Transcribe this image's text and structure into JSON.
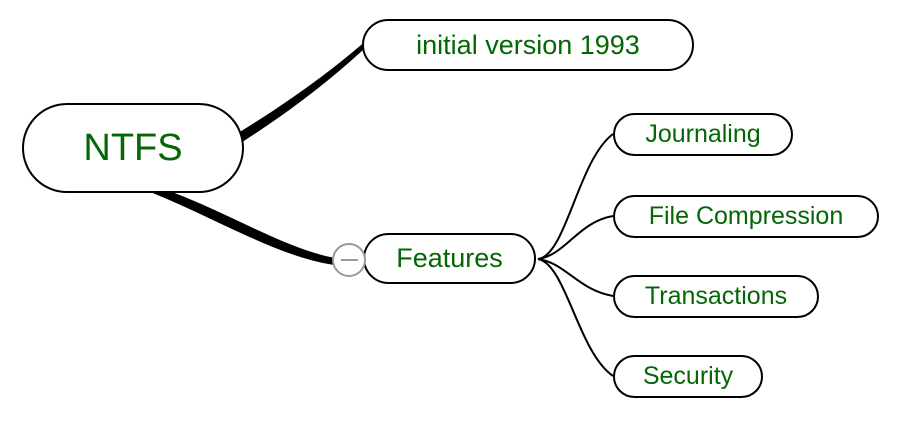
{
  "diagram": {
    "type": "mind-map",
    "title": "NTFS",
    "background_color": "#ffffff",
    "node_text_color": "#046604",
    "node_border_color": "#000000",
    "connector_color": "#000000",
    "toggle_color": "#9a9a9a"
  },
  "root": {
    "label": "NTFS"
  },
  "branches": [
    {
      "id": "version",
      "label": "initial version 1993",
      "children": []
    },
    {
      "id": "features",
      "label": "Features",
      "toggle": {
        "icon": "minus-circle-icon",
        "state": "expanded"
      },
      "children": [
        {
          "id": "journaling",
          "label": "Journaling"
        },
        {
          "id": "compression",
          "label": "File Compression"
        },
        {
          "id": "transactions",
          "label": "Transactions"
        },
        {
          "id": "security",
          "label": "Security"
        }
      ]
    }
  ]
}
